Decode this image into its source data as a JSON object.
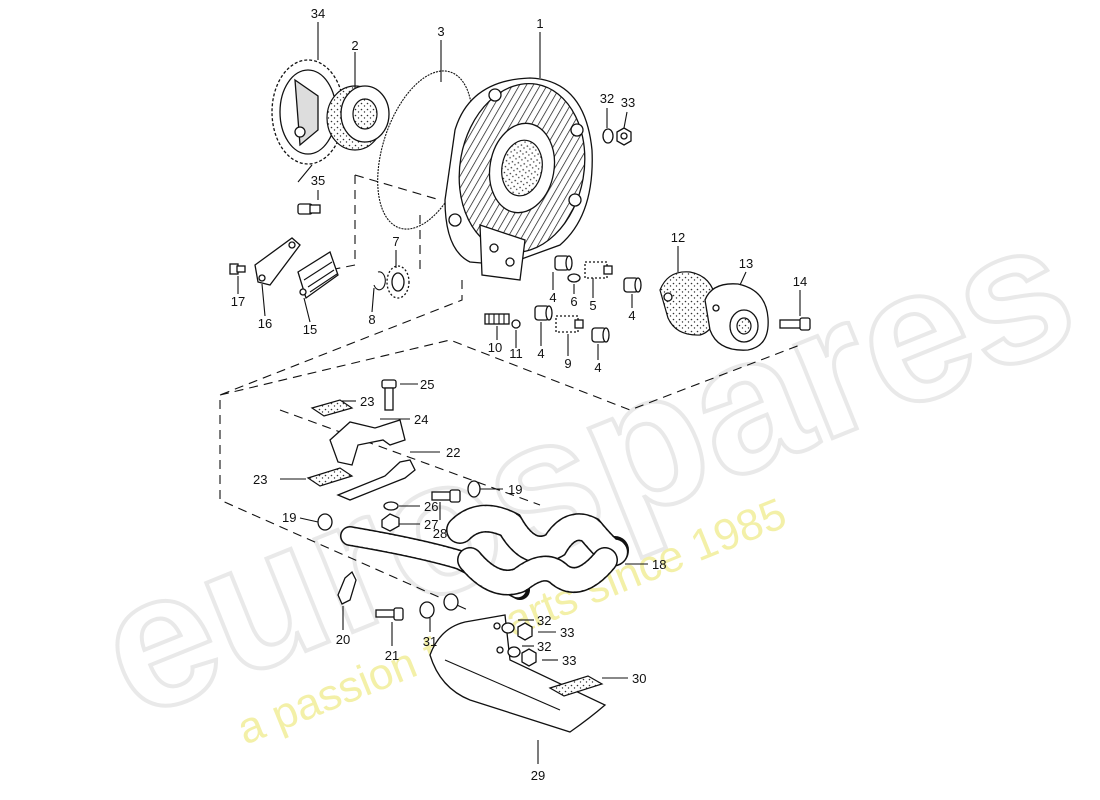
{
  "watermark": {
    "brand": "eurospares",
    "tagline": "a passion for parts since 1985"
  },
  "callouts": [
    {
      "id": "c34",
      "text": "34"
    },
    {
      "id": "c2",
      "text": "2"
    },
    {
      "id": "c3",
      "text": "3"
    },
    {
      "id": "c1",
      "text": "1"
    },
    {
      "id": "c32a",
      "text": "32"
    },
    {
      "id": "c33a",
      "text": "33"
    },
    {
      "id": "c35",
      "text": "35"
    },
    {
      "id": "c7",
      "text": "7"
    },
    {
      "id": "c12",
      "text": "12"
    },
    {
      "id": "c13",
      "text": "13"
    },
    {
      "id": "c14",
      "text": "14"
    },
    {
      "id": "c4a",
      "text": "4"
    },
    {
      "id": "c6",
      "text": "6"
    },
    {
      "id": "c5",
      "text": "5"
    },
    {
      "id": "c4b",
      "text": "4"
    },
    {
      "id": "c17",
      "text": "17"
    },
    {
      "id": "c16",
      "text": "16"
    },
    {
      "id": "c15",
      "text": "15"
    },
    {
      "id": "c8",
      "text": "8"
    },
    {
      "id": "c10",
      "text": "10"
    },
    {
      "id": "c11",
      "text": "11"
    },
    {
      "id": "c4c",
      "text": "4"
    },
    {
      "id": "c9",
      "text": "9"
    },
    {
      "id": "c4d",
      "text": "4"
    },
    {
      "id": "c25",
      "text": "25"
    },
    {
      "id": "c23a",
      "text": "23"
    },
    {
      "id": "c24",
      "text": "24"
    },
    {
      "id": "c22",
      "text": "22"
    },
    {
      "id": "c23b",
      "text": "23"
    },
    {
      "id": "c19a",
      "text": "19"
    },
    {
      "id": "c26",
      "text": "26"
    },
    {
      "id": "c19b",
      "text": "19"
    },
    {
      "id": "c27",
      "text": "27"
    },
    {
      "id": "c28",
      "text": "28"
    },
    {
      "id": "c18",
      "text": "18"
    },
    {
      "id": "c20",
      "text": "20"
    },
    {
      "id": "c21",
      "text": "21"
    },
    {
      "id": "c31",
      "text": "31"
    },
    {
      "id": "c32b",
      "text": "32"
    },
    {
      "id": "c33b",
      "text": "33"
    },
    {
      "id": "c32c",
      "text": "32"
    },
    {
      "id": "c33c",
      "text": "33"
    },
    {
      "id": "c30",
      "text": "30"
    },
    {
      "id": "c29",
      "text": "29"
    }
  ]
}
